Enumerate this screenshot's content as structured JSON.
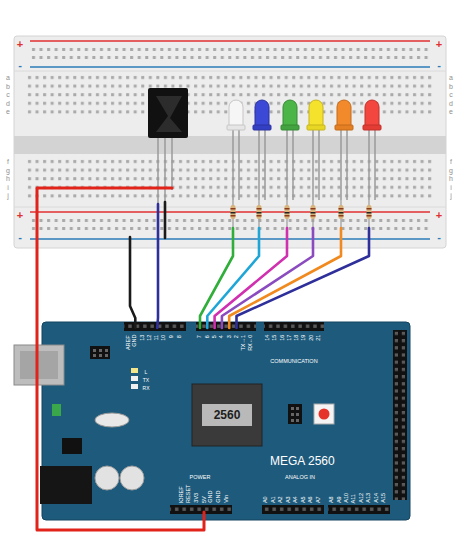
{
  "diagram": {
    "nodes": [
      {
        "text": [
          "MEGA 2560"
        ]
      },
      {
        "text": [
          "2560"
        ],
        "in": 0
      }
    ],
    "labels": [
      "+",
      "-",
      "+",
      "-",
      "+",
      "-",
      "+",
      "-",
      "a",
      "b",
      "c",
      "d",
      "e",
      "a",
      "b",
      "c",
      "d",
      "e",
      "f",
      "g",
      "h",
      "i",
      "j",
      "f",
      "g",
      "h",
      "i",
      "j",
      "AREF",
      "GND",
      "13",
      "12",
      "11",
      "10",
      "9",
      "8",
      "7",
      "6",
      "5",
      "4",
      "3",
      "2",
      "TX→1",
      "RX←0",
      "14",
      "15",
      "16",
      "17",
      "18",
      "19",
      "20",
      "21",
      "COMMUNICATION",
      "L",
      "TX",
      "RX",
      "POWER",
      "IOREF",
      "RESET",
      "3V3",
      "5V",
      "GND",
      "GND",
      "Vin",
      "ANALOG IN",
      "A0",
      "A1",
      "A2",
      "A3",
      "A4",
      "A5",
      "A6",
      "A7",
      "A8",
      "A9",
      "A10",
      "A11",
      "A12",
      "A13",
      "A14",
      "A15"
    ]
  }
}
